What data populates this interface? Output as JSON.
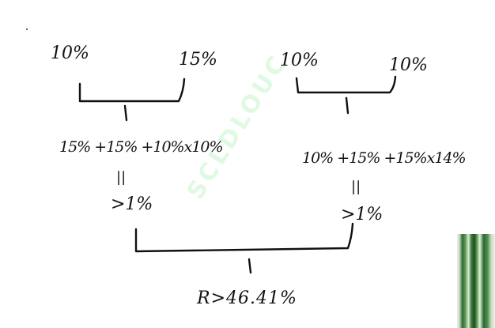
{
  "tree": {
    "left_group": {
      "leaf_a": "10%",
      "leaf_b": "15%",
      "expression": "15% +15% +10%x10%",
      "equals": "||",
      "result": ">1%"
    },
    "right_group": {
      "leaf_a": "10%",
      "leaf_b": "10%",
      "expression": "10% +15% +15%x14%",
      "equals": "||",
      "result": ">1%"
    },
    "final_result": "R>46.41%"
  },
  "watermark": "SCLDLOUC",
  "colors": {
    "ink": "#111111",
    "watermark": "#8ceb96",
    "plant": "#2f6b35"
  }
}
